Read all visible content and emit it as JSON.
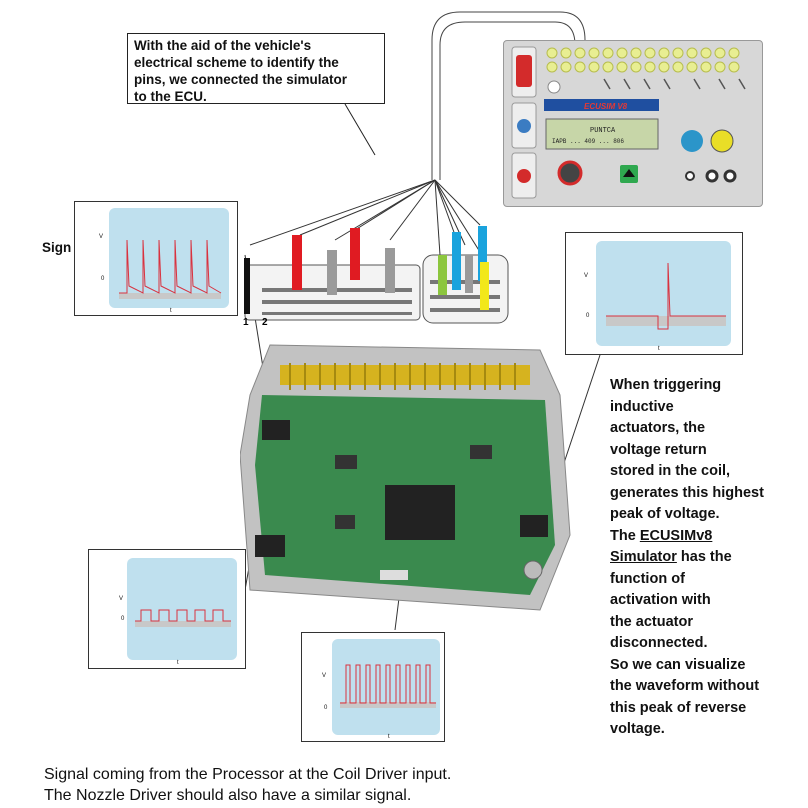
{
  "callout_top": {
    "line1": "With the aid of the vehicle's",
    "line2": "electrical scheme to identify the",
    "line3": "pins, we connected the simulator",
    "line4": "to the ECU."
  },
  "coil_driver_label": "Sign on the said Coil Driver",
  "right_text": {
    "l1": "When triggering",
    "l2": "inductive",
    "l3": "actuators, the",
    "l4": "voltage return",
    "l5": "stored in the coil,",
    "l6": "generates this highest",
    "l7": "peak of voltage.",
    "l8_pre": "The ",
    "l8_link": "ECUSIMv8",
    "l9_link": "Simulator",
    "l9_post": " has the",
    "l10": "function of",
    "l11": "activation with",
    "l12": "the actuator",
    "l13": "disconnected.",
    "l14": "So we can visualize",
    "l15": "the waveform without",
    "l16": "this peak of reverse",
    "l17": "voltage."
  },
  "bottom_text": {
    "line1": "Signal coming from the Processor at the Coil Driver input.",
    "line2": "The Nozzle Driver should also have a similar signal."
  },
  "scope_labels": {
    "v": "V",
    "zero": "0",
    "t": "t"
  },
  "simulator": {
    "display_line1": "PUNTCA",
    "display_line2": "IAPB  ...  409  ...  806",
    "logo": "ECUSIM V8"
  },
  "connector_labels": {
    "pin1": "1",
    "pin2": "2"
  },
  "colors": {
    "scope_bg": "#bfe0ee",
    "signal": "#d9323f",
    "wire_red": "#e01b22",
    "wire_gray": "#9a9a9a",
    "wire_green": "#8cc63e",
    "wire_blue": "#1aa3dd",
    "wire_yellow": "#f2e81a",
    "board_green": "#3a8a4e"
  }
}
